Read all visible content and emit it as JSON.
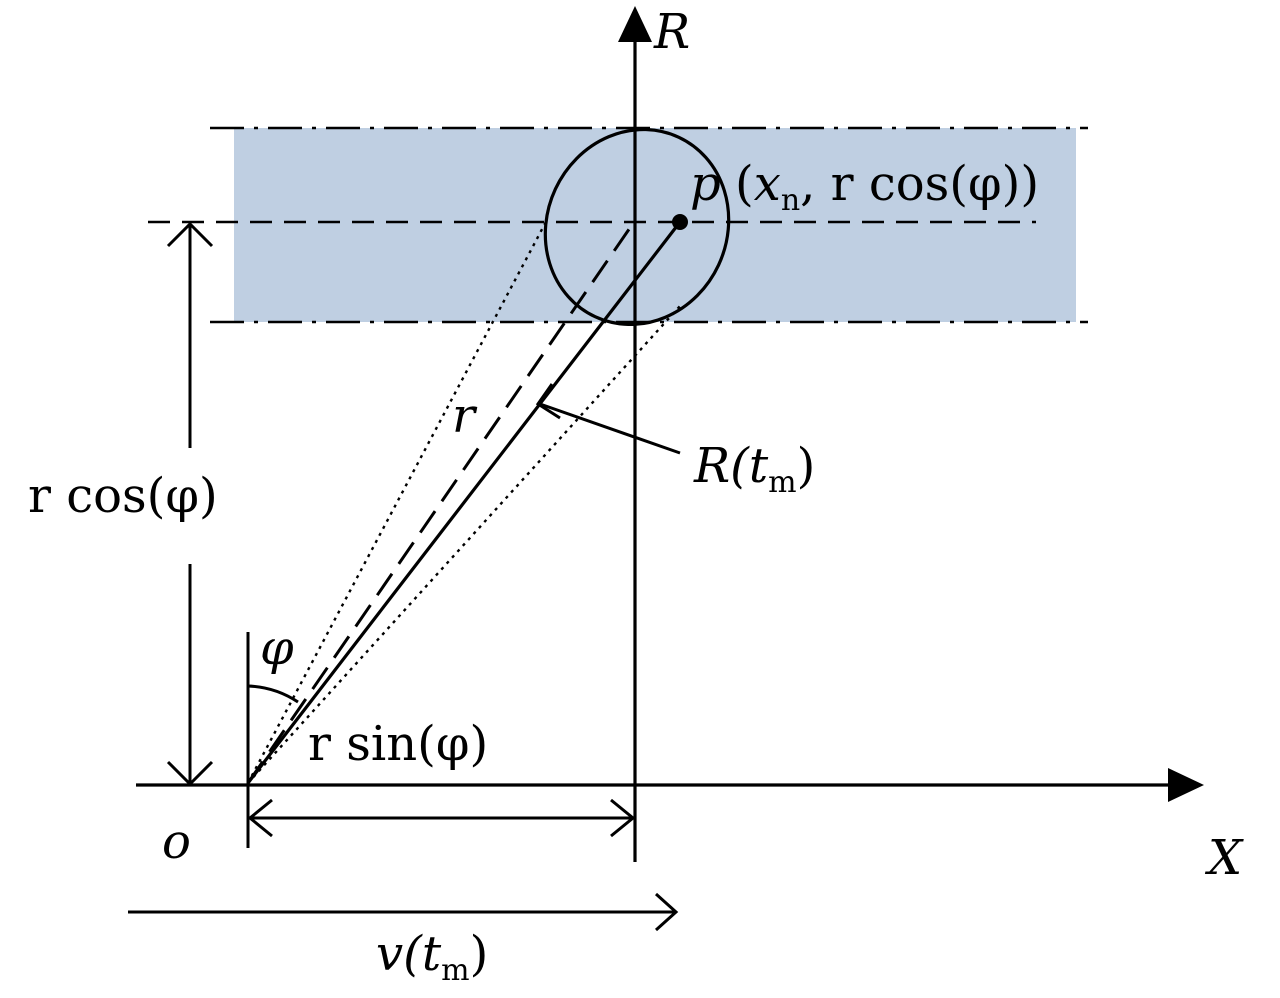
{
  "colors": {
    "band": "#bfcfe2",
    "ink": "#000000"
  },
  "axes": {
    "vertical_label": "R",
    "horizontal_label": "X",
    "origin_label": "o"
  },
  "point": {
    "name": "p",
    "coord_open": "(",
    "coord_x_var": "x",
    "coord_x_sub": "n",
    "coord_sep": ", ",
    "coord_y": "r cos(φ)",
    "coord_close": ")"
  },
  "labels": {
    "height": "r cos(φ)",
    "horizontal_offset": "r sin(φ)",
    "slant_range_var": "r",
    "angle": "φ",
    "range_fn": "R(t",
    "range_sub": "m",
    "range_close": ")",
    "velocity_fn": "v(t",
    "velocity_sub": "m",
    "velocity_close": ")"
  }
}
